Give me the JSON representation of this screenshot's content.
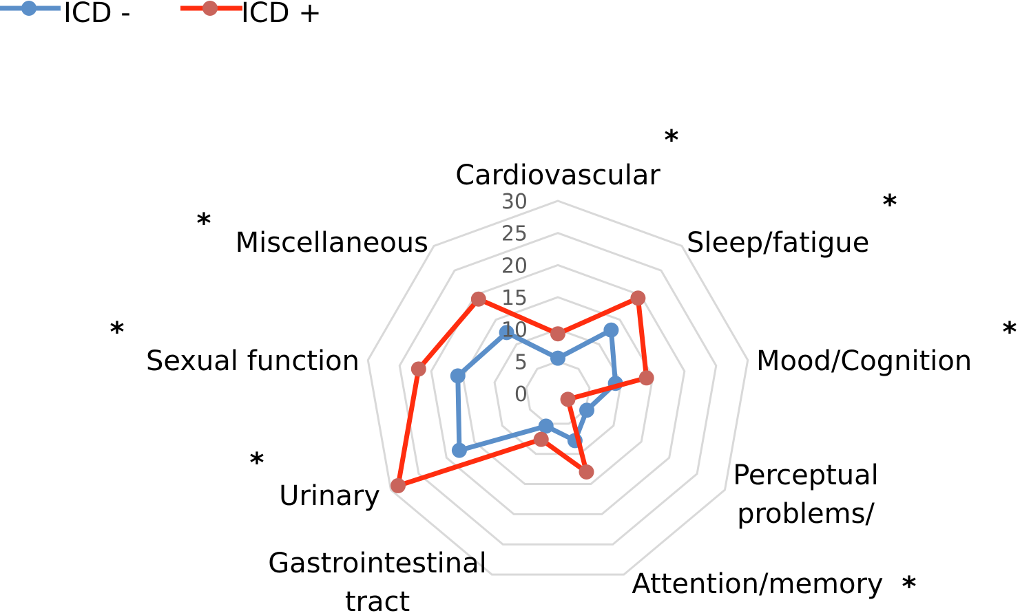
{
  "chart_data": {
    "type": "radar",
    "categories": [
      "Cardiovascular",
      "Sleep/fatigue",
      "Mood/Cognition",
      "Perceptual problems/",
      "Attention/memory",
      "Gastrointestinal tract",
      "Urinary",
      "Sexual function",
      "Miscellaneous"
    ],
    "category_lines": [
      [
        "Cardiovascular"
      ],
      [
        "Sleep/fatigue"
      ],
      [
        "Mood/Cognition"
      ],
      [
        "Perceptual",
        "problems/"
      ],
      [
        "Attention/memory"
      ],
      [
        "Gastrointestinal",
        "tract"
      ],
      [
        "Urinary"
      ],
      [
        "Sexual function"
      ],
      [
        "Miscellaneous"
      ]
    ],
    "ticks": [
      "0",
      "5",
      "10",
      "15",
      "20",
      "25",
      "30"
    ],
    "rmax": 30,
    "series": [
      {
        "name": "ICD -",
        "color": "#5b8fc9",
        "marker_color": "#5b8fc9",
        "values": [
          5.5,
          12.9,
          9.1,
          5.2,
          7.8,
          5.4,
          17.7,
          15.8,
          12.4
        ]
      },
      {
        "name": "ICD +",
        "color": "#ff2d0f",
        "marker_color": "#c9645b",
        "values": [
          9.3,
          19.4,
          14.0,
          1.8,
          13.0,
          7.6,
          28.7,
          22.0,
          19.2
        ]
      }
    ],
    "significance_marker": "*",
    "significant_categories": [
      0,
      1,
      2,
      4,
      6,
      7,
      8
    ],
    "grid": true,
    "legend_position": "top-left"
  }
}
